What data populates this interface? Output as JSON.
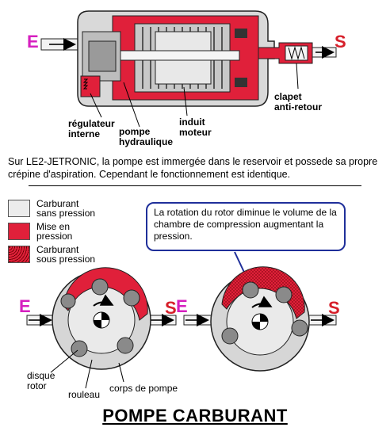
{
  "colors": {
    "red": "#e0203a",
    "grey": "#b8b8b8",
    "pale": "#ececec",
    "letter_in": "#d61fbf",
    "letter_out": "#d61f2a",
    "callout_border": "#1f2f9a"
  },
  "top_diagram": {
    "inlet_letter": "E",
    "outlet_letter": "S",
    "labels": {
      "clapet": "clapet\nanti-retour",
      "regulateur": "régulateur\ninterne",
      "pompe": "pompe\nhydraulique",
      "induit": "induit\nmoteur"
    }
  },
  "description": "Sur LE2-JETRONIC, la pompe est immergée dans le reservoir et possede sa propre crépine d'aspiration. Cependant le fonctionnement est identique.",
  "legend": [
    {
      "label": "Carburant\nsans pression",
      "kind": "none"
    },
    {
      "label": "Mise en\npression",
      "kind": "rising"
    },
    {
      "label": "Carburant\nsous pression",
      "kind": "pressured"
    }
  ],
  "callout": "La rotation du rotor diminue le volume de la chambre de compression augmentant la pression.",
  "bottom_diagrams": {
    "left": {
      "inlet_letter": "E",
      "outlet_letter": "S"
    },
    "right": {
      "inlet_letter": "E",
      "outlet_letter": "S"
    },
    "labels": {
      "disque": "disque\nrotor",
      "rouleau": "rouleau",
      "corps": "corps de pompe"
    }
  },
  "title": "POMPE CARBURANT"
}
